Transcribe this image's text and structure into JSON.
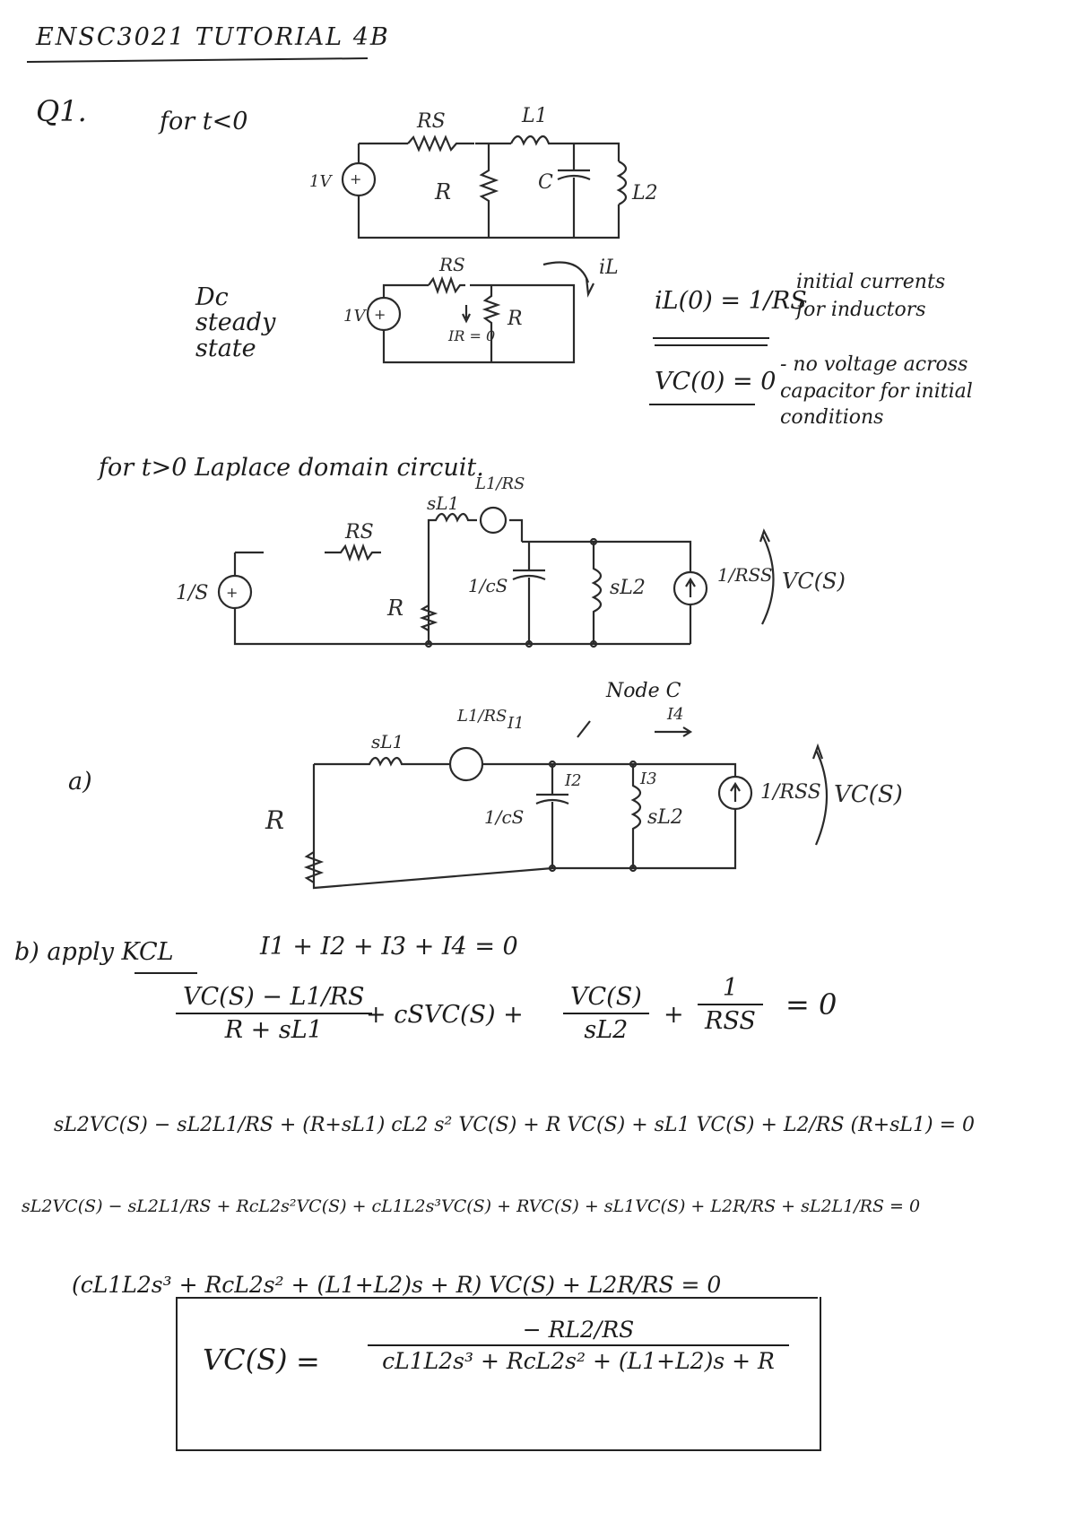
{
  "header": {
    "title": "ENSC3021  TUTORIAL  4B"
  },
  "q1": {
    "label": "Q1.",
    "cond1": "for t<0",
    "dc_label": "Dc steady state",
    "ic_init": "iL(0) = 1/RS",
    "vc_init": "VC(0) = 0",
    "note_ind": "initial currents for inductors",
    "note_cap": "- no voltage across capacitor for initial conditions",
    "cond2": "for t>0   Laplace domain circuit.",
    "part_a": "a)",
    "node_c": "Node C",
    "part_b": "b) apply  KCL",
    "kcl": "I1 + I2 + I3 + I4 = 0"
  },
  "circuit1": {
    "rs": "RS",
    "l1": "L1",
    "r": "R",
    "c": "C",
    "l2": "L2",
    "src": "1V"
  },
  "circuit2": {
    "rs": "RS",
    "r": "R",
    "ir": "IR = 0",
    "ic": "iL",
    "src": "1V"
  },
  "circuit3": {
    "rs": "RS",
    "sl1": "sL1",
    "l1rs": "L1/RS",
    "r": "R",
    "cap": "1/cS",
    "sl2": "sL2",
    "isrc": "1/RSS",
    "vcs": "VC(S)",
    "src": "1/S"
  },
  "circuit4": {
    "sl1": "sL1",
    "l1rs": "L1/RS",
    "i1": "I1",
    "i2": "I2",
    "i3": "I3",
    "i4": "I4",
    "r": "R",
    "cap": "1/cS",
    "sl2": "sL2",
    "isrc": "1/RSS",
    "vcs": "VC(S)"
  },
  "eq1": {
    "n1": "VC(S) − L1/RS",
    "d1": "R + sL1",
    "t2": "+ cSVC(S) +",
    "n3": "VC(S)",
    "d3": "sL2",
    "plus": "+",
    "n4": "1",
    "d4": "RSS",
    "rhs": "= 0"
  },
  "eq2": {
    "text": "sL2VC(S) − sL2L1/RS  +  (R+sL1) cL2 s² VC(S)  +  R VC(S) + sL1 VC(S)  +  L2/RS (R+sL1) = 0"
  },
  "eq3": {
    "text": "sL2VC(S) − sL2L1/RS  +  RcL2s²VC(S) + cL1L2s³VC(S) + RVC(S) + sL1VC(S) + L2R/RS + sL2L1/RS = 0"
  },
  "eq4": {
    "text": "(cL1L2s³ + RcL2s² + (L1+L2)s + R) VC(S)  +  L2R/RS  = 0"
  },
  "final": {
    "lhs": "VC(S)",
    "eq": "=",
    "num": "− RL2/RS",
    "den": "cL1L2s³ + RcL2s² + (L1+L2)s + R"
  }
}
